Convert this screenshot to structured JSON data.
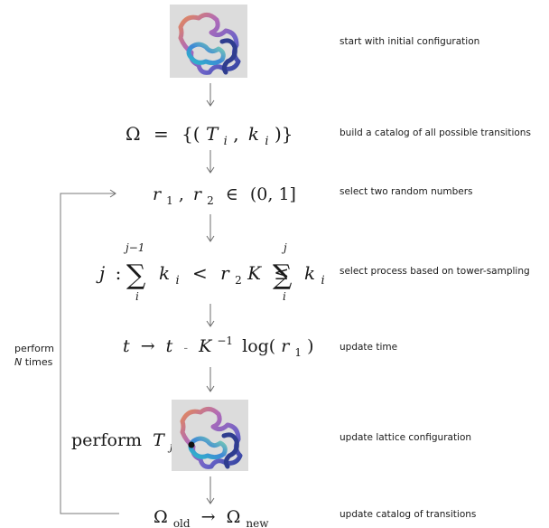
{
  "steps": [
    {
      "formula": "image",
      "description": "start with initial configuration"
    },
    {
      "formula": "Ω = {(T_i, k_i)}",
      "description": "build a catalog of all possible transitions"
    },
    {
      "formula": "r_1, r_2 ∈ (0, 1]",
      "description": "select two random numbers"
    },
    {
      "formula": "j : Σ_i^{j−1} k_i < r_2 K ≤ Σ_i^j k_i",
      "description": "select process based on tower-sampling"
    },
    {
      "formula": "t → t − K^{−1} log(r_1)",
      "description": "update time"
    },
    {
      "formula": "perform T_j",
      "description": "update lattice configuration"
    },
    {
      "formula": "Ω_old → Ω_new",
      "description": "update catalog of transitions"
    }
  ],
  "loop": {
    "line1": "perform",
    "line2_var": "N",
    "line2_rest": " times"
  },
  "math_text": {
    "omega": "Ω",
    "equals": "=",
    "set_open": "{(",
    "T": "T",
    "sub_i": "i",
    "comma": ",",
    "k": "k",
    "set_close": ")}",
    "r": "r",
    "sub_1": "1",
    "sub_2": "2",
    "elem": "∈",
    "interval": "(0, 1]",
    "j": "j",
    "colon": ":",
    "sigma": "∑",
    "upper_jm1": "j−1",
    "upper_j": "j",
    "lower_i": "i",
    "lt": "<",
    "K": "K",
    "le": "≤",
    "t": "t",
    "to": "→",
    "minus": "-",
    "inv": "−1",
    "log": "log(",
    "close_paren": ")",
    "perform": "perform",
    "sub_j": "j",
    "sub_old": "old",
    "sub_new": "new"
  }
}
